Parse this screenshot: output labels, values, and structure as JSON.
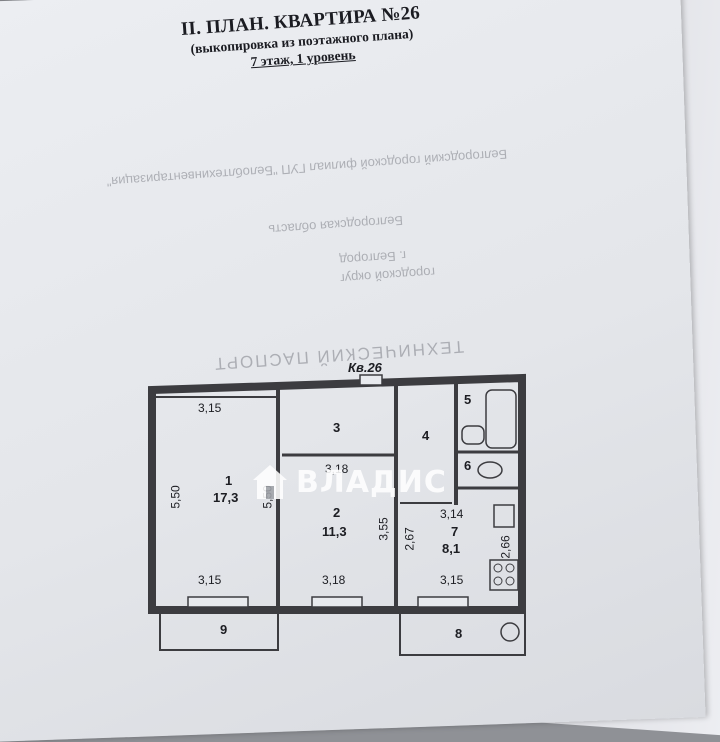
{
  "header": {
    "title": "II. ПЛАН. КВАРТИРА №26",
    "subtitle": "(выкопировка из поэтажного плана)",
    "floor": "7 этаж, 1 уровень"
  },
  "bleed_through": {
    "line1": "Белгородский городской филиал ГУП \"Белоблтехинвентаризация\"",
    "line2": "Белгородская область",
    "line3": "г. Белгород",
    "line4": "городской округ",
    "line5": "ТЕХНИЧЕСКИЙ ПАСПОРТ"
  },
  "plan": {
    "apartment_label": "Кв.26",
    "rooms": [
      {
        "number": "1",
        "area": "17,3"
      },
      {
        "number": "2",
        "area": "11,3"
      },
      {
        "number": "3",
        "area": ""
      },
      {
        "number": "4",
        "area": ""
      },
      {
        "number": "5",
        "area": ""
      },
      {
        "number": "6",
        "area": ""
      },
      {
        "number": "7",
        "area": "8,1"
      },
      {
        "number": "8",
        "area": ""
      },
      {
        "number": "9",
        "area": ""
      }
    ],
    "dimensions": {
      "r1_top": "3,15",
      "r1_bottom": "3,15",
      "r1_left": "5,50",
      "r1_right": "5,50",
      "r2_top": "3,18",
      "r2_bottom": "3,18",
      "r2_right": "3,55",
      "r7_top": "3,14",
      "r7_bottom": "3,15",
      "r7_left": "2,67",
      "r7_right": "2,66"
    }
  },
  "watermark": {
    "text": "ВЛАДИС",
    "color": "#ffffff"
  }
}
